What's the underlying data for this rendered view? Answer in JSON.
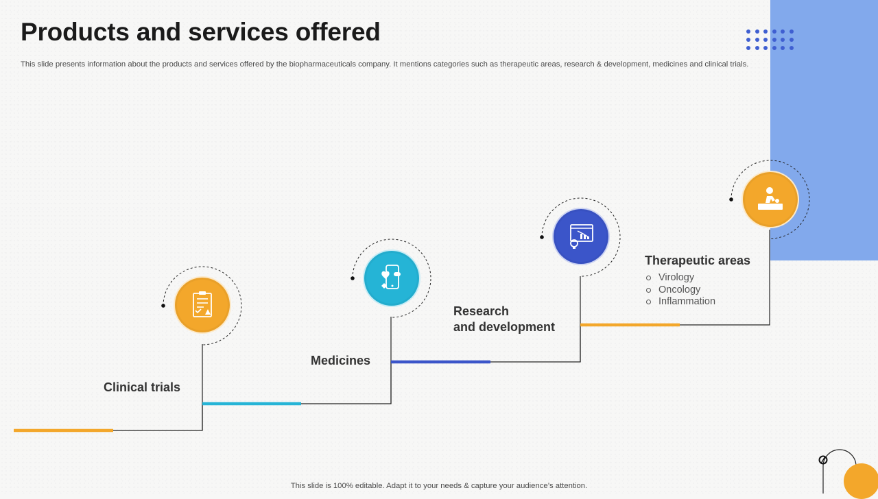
{
  "header": {
    "title": "Products and services offered",
    "subtitle": "This slide presents information about the products and services offered by the biopharmaceuticals company. It mentions categories such as therapeutic areas, research & development, medicines and clinical trials."
  },
  "steps": [
    {
      "label": "Clinical trials",
      "icon": "clinical-checklist-icon",
      "color": "#f3a72b"
    },
    {
      "label": "Medicines",
      "icon": "mobile-health-icon",
      "color": "#25b4d6"
    },
    {
      "label_line1": "Research",
      "label_line2": "and development",
      "icon": "research-chart-icon",
      "color": "#3b55c9"
    },
    {
      "label": "Therapeutic areas",
      "icon": "patient-care-icon",
      "color": "#f3a72b",
      "items": [
        "Virology",
        "Oncology",
        "Inflammation"
      ]
    }
  ],
  "colors": {
    "accent_orange": "#f3a72b",
    "accent_cyan": "#25b4d6",
    "accent_blue": "#3b55c9",
    "panel_blue": "#82a9ec",
    "dots_blue": "#3f5fd1"
  },
  "footer": {
    "text": "This slide is 100% editable. Adapt it to your needs & capture your audience’s attention."
  }
}
